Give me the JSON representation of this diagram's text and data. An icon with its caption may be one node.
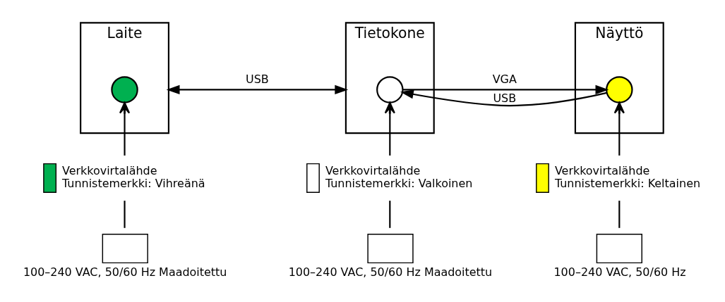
{
  "diagram": {
    "nodes": [
      {
        "text": [
          "Laite"
        ]
      },
      {
        "text": [],
        "shape": "circle",
        "in": 0
      },
      {
        "text": [],
        "shape": "box",
        "beside": [
          "Verkkovirtalähde",
          "Tunnistemerkki: Vihreänä"
        ]
      },
      {
        "text": [],
        "shape": "box",
        "beside": [
          "100–240 VAC, 50/60 Hz Maadoitettu"
        ]
      },
      {
        "text": [
          "Tietokone"
        ]
      },
      {
        "text": [],
        "shape": "circle",
        "in": 4
      },
      {
        "text": [],
        "shape": "box",
        "beside": [
          "Verkkovirtalähde",
          "Tunnistemerkki: Valkoinen"
        ]
      },
      {
        "text": [],
        "shape": "box",
        "beside": [
          "100–240 VAC, 50/60 Hz Maadoitettu"
        ]
      },
      {
        "text": [
          "Näyttö"
        ]
      },
      {
        "text": [],
        "shape": "circle",
        "in": 8
      },
      {
        "text": [],
        "shape": "box",
        "beside": [
          "Verkkovirtalähde",
          "Tunnistemerkki: Keltainen"
        ]
      },
      {
        "text": [],
        "shape": "box",
        "beside": [
          "100–240 VAC, 50/60 Hz"
        ]
      }
    ],
    "edges": [
      {
        "from": 0,
        "to": 4,
        "arrow": "both",
        "label": "USB"
      },
      {
        "from": 4,
        "to": 8,
        "arrow": "to",
        "label": "VGA"
      },
      {
        "from": 8,
        "to": 4,
        "arrow": "to",
        "label": "USB"
      },
      {
        "from": 2,
        "to": 1,
        "arrow": "to"
      },
      {
        "from": 3,
        "to": 2,
        "arrow": "none"
      },
      {
        "from": 6,
        "to": 5,
        "arrow": "to"
      },
      {
        "from": 7,
        "to": 6,
        "arrow": "none"
      },
      {
        "from": 10,
        "to": 9,
        "arrow": "to"
      },
      {
        "from": 11,
        "to": 10,
        "arrow": "none"
      }
    ]
  }
}
